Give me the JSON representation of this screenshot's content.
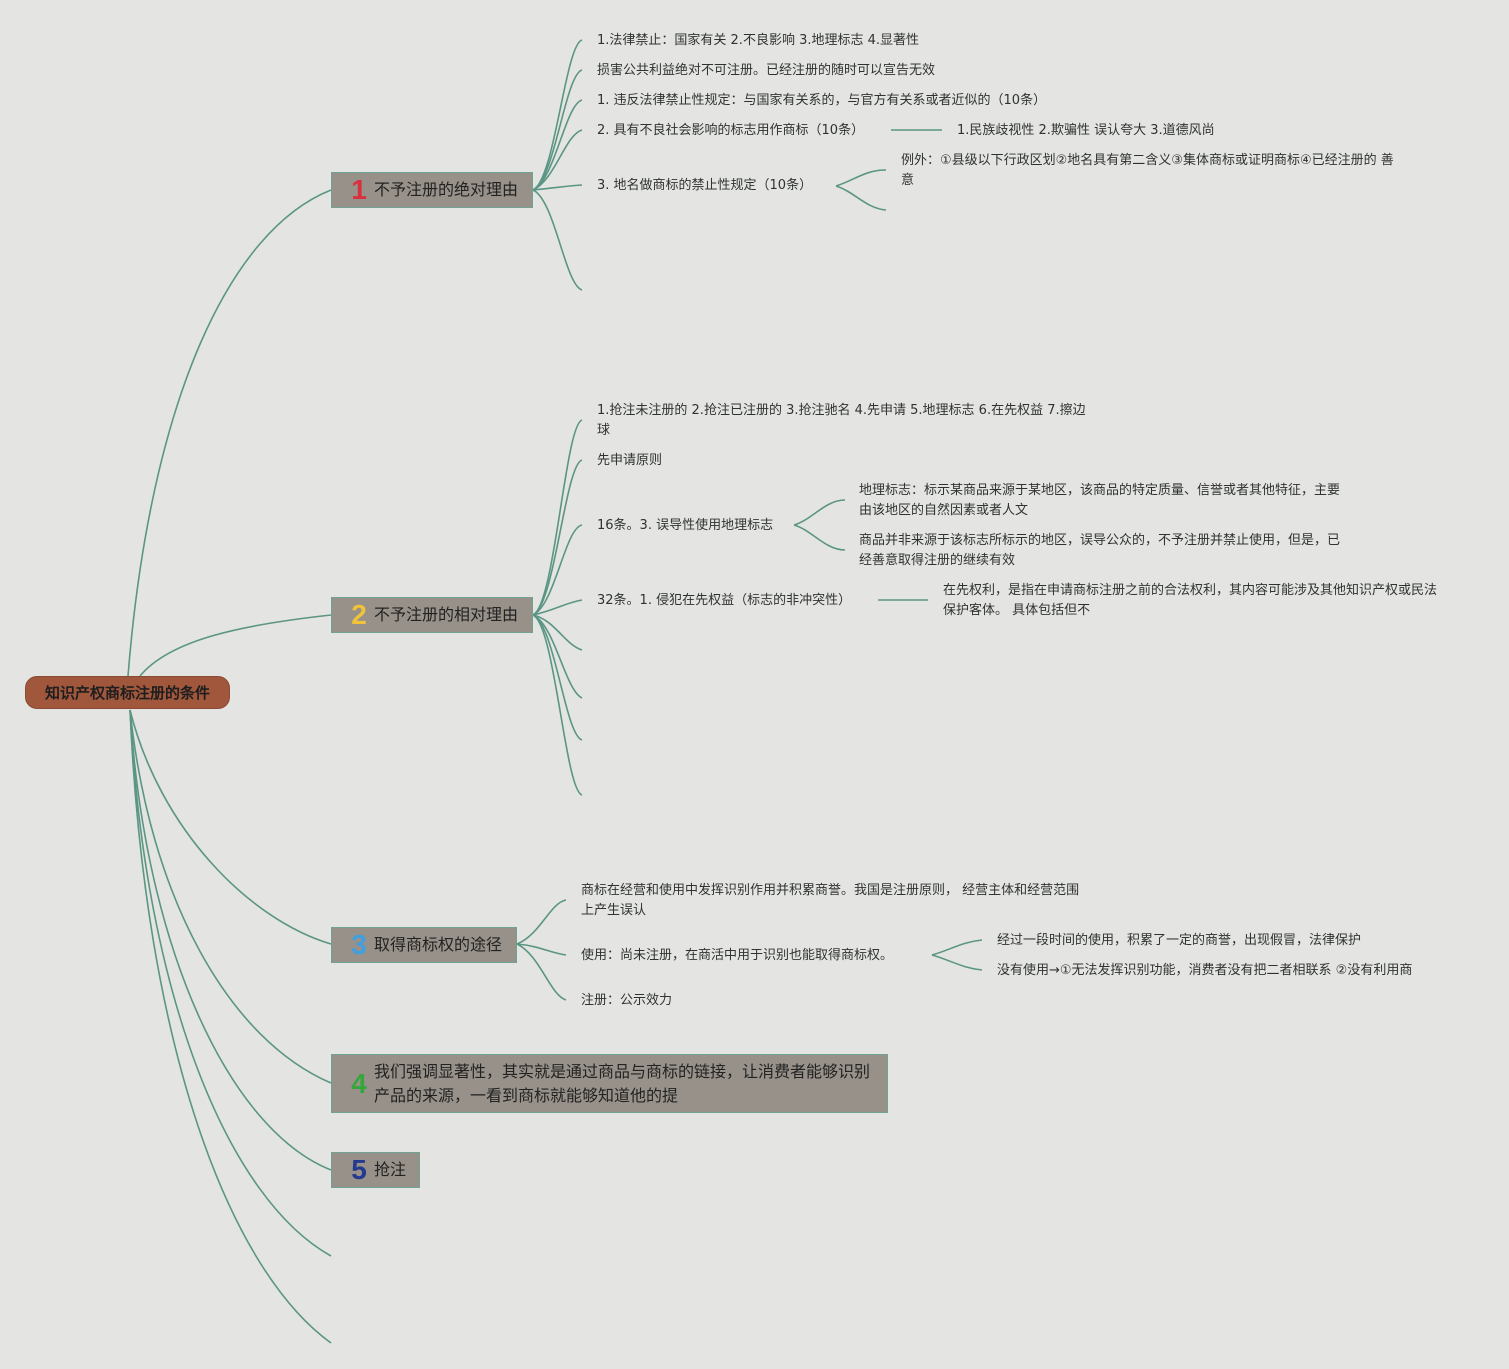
{
  "root": {
    "label": "知识产权商标注册的条件"
  },
  "branches": [
    {
      "number": "1",
      "label": "不予注册的绝对理由",
      "children": [
        "1.法律禁止：国家有关 2.不良影响 3.地理标志 4.显著性",
        "损害公共利益绝对不可注册。已经注册的随时可以宣告无效",
        "1. 违反法律禁止性规定：与国家有关系的，与官方有关系或者近似的（10条）",
        "2. 具有不良社会影响的标志用作商标（10条）",
        "3. 地名做商标的禁止性规定（10条）"
      ],
      "sub": {
        "c4": "1.民族歧视性 2.欺骗性 误认夸大 3.道德风尚",
        "c5": "例外：①县级以下行政区划②地名具有第二含义③集体商标或证明商标④已经注册的 善意"
      }
    },
    {
      "number": "2",
      "label": "不予注册的相对理由",
      "children": [
        "1.抢注未注册的 2.抢注已注册的 3.抢注驰名 4.先申请 5.地理标志 6.在先权益 7.擦边球",
        "先申请原则",
        "16条。3. 误导性使用地理标志",
        "32条。1. 侵犯在先权益（标志的非冲突性）"
      ],
      "sub": {
        "c3a": "地理标志：标示某商品来源于某地区，该商品的特定质量、信誉或者其他特征，主要由该地区的自然因素或者人文",
        "c3b": "商品并非来源于该标志所标示的地区，误导公众的，不予注册并禁止使用，但是，已经善意取得注册的继续有效",
        "c4": "在先权利，是指在申请商标注册之前的合法权利，其内容可能涉及其他知识产权或民法保护客体。 具体包括但不"
      }
    },
    {
      "number": "3",
      "label": "取得商标权的途径",
      "children": [
        "商标在经营和使用中发挥识别作用并积累商誉。我国是注册原则， 经营主体和经营范围上产生误认",
        "使用：尚未注册，在商活中用于识别也能取得商标权。",
        "注册：公示效力"
      ],
      "sub": {
        "c2a": "经过一段时间的使用，积累了一定的商誉，出现假冒，法律保护",
        "c2b": "没有使用→①无法发挥识别功能，消费者没有把二者相联系 ②没有利用商"
      }
    },
    {
      "number": "4",
      "label": "我们强调显著性，其实就是通过商品与商标的链接，让消费者能够识别产品的来源，一看到商标就能够知道他的提"
    },
    {
      "number": "5",
      "label": "抢注"
    }
  ]
}
